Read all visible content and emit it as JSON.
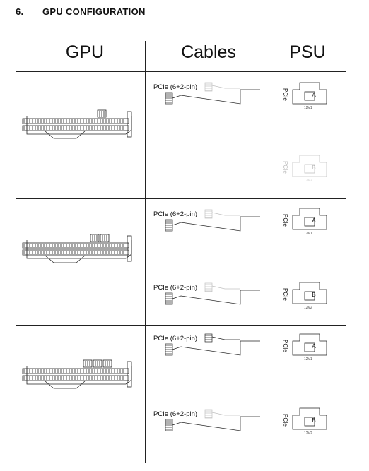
{
  "section": {
    "number": "6.",
    "title": "GPU CONFIGURATION"
  },
  "columns": {
    "gpu": "GPU",
    "cables": "Cables",
    "psu": "PSU"
  },
  "rows": [
    {
      "cables": [
        {
          "label": "PCIe (6+2-pin)",
          "faded_plug": "upper"
        }
      ],
      "connectors": [
        {
          "letter": "A",
          "rail": "12V1",
          "pcie": "PCIe",
          "state": "active"
        },
        {
          "letter": "B",
          "rail": "12V2",
          "pcie": "PCIe",
          "state": "unused"
        }
      ]
    },
    {
      "cables": [
        {
          "label": "PCIe (6+2-pin)",
          "faded_plug": "upper"
        },
        {
          "label": "PCIe (6+2-pin)",
          "faded_plug": "upper"
        }
      ],
      "connectors": [
        {
          "letter": "A",
          "rail": "12V1",
          "pcie": "PCIe",
          "state": "active"
        },
        {
          "letter": "B",
          "rail": "12V2",
          "pcie": "PCIe",
          "state": "active"
        }
      ]
    },
    {
      "cables": [
        {
          "label": "PCIe (6+2-pin)",
          "faded_plug": "none"
        },
        {
          "label": "PCIe (6+2-pin)",
          "faded_plug": "upper"
        }
      ],
      "connectors": [
        {
          "letter": "A",
          "rail": "12V1",
          "pcie": "PCIe",
          "state": "active"
        },
        {
          "letter": "B",
          "rail": "12V2",
          "pcie": "PCIe",
          "state": "active"
        }
      ]
    }
  ]
}
